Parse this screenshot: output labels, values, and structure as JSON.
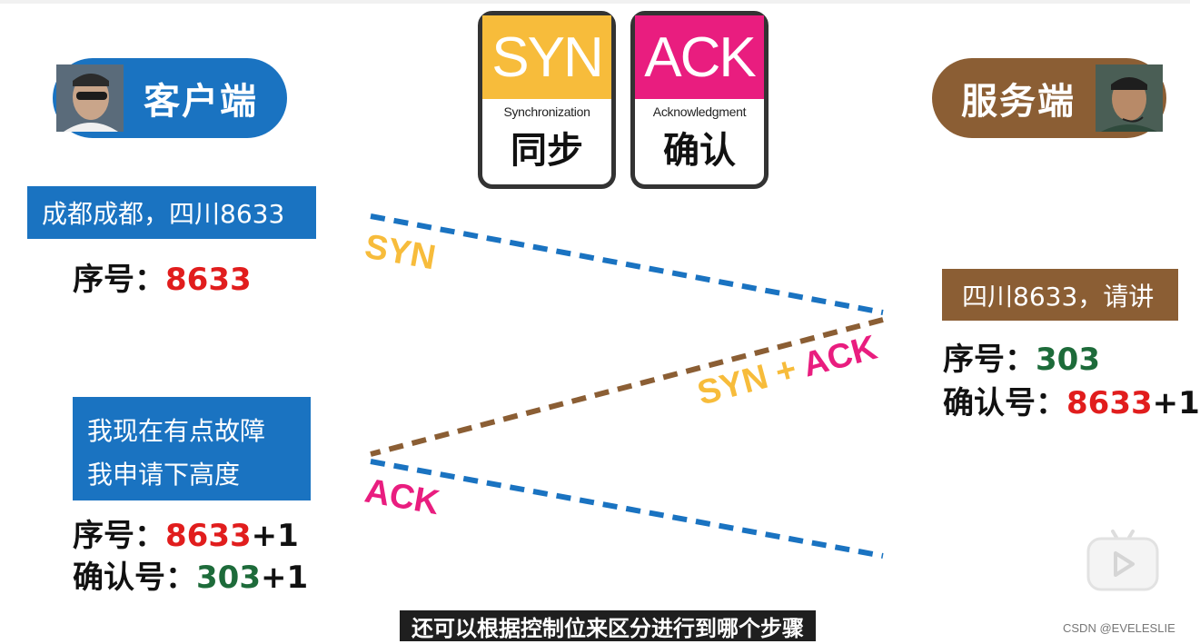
{
  "client": {
    "label": "客户端"
  },
  "server": {
    "label": "服务端"
  },
  "legend": [
    {
      "abbr": "SYN",
      "full": "Synchronization",
      "cn": "同步",
      "color": "#f7bc3b"
    },
    {
      "abbr": "ACK",
      "full": "Acknowledgment",
      "cn": "确认",
      "color": "#e91d7f"
    }
  ],
  "messages": {
    "client_1": "成都成都，四川8633",
    "server_1": "四川8633，请讲",
    "client_2_line1": "我现在有点故障",
    "client_2_line2": "我申请下高度"
  },
  "client_info_1": {
    "seq_label": "序号：",
    "seq_value": "8633"
  },
  "server_info": {
    "seq_label": "序号：",
    "seq_value": "303",
    "ack_label": "确认号：",
    "ack_value": "8633",
    "ack_suffix": "+1"
  },
  "client_info_2": {
    "seq_label": "序号：",
    "seq_value": "8633",
    "seq_suffix": "+1",
    "ack_label": "确认号：",
    "ack_value": "303",
    "ack_suffix": "+1"
  },
  "arrows": {
    "syn_label": "SYN",
    "synack_syn": "SYN",
    "synack_plus": " + ",
    "synack_ack": "ACK",
    "ack_label": "ACK"
  },
  "subtitle": "还可以根据控制位来区分进行到哪个步骤",
  "watermark": "CSDN @EVELESLIE",
  "colors": {
    "client_blue": "#1a73c1",
    "server_brown": "#8b5e34",
    "syn_yellow": "#f7bc3b",
    "ack_pink": "#e91d7f",
    "seq_red": "#e11d1d",
    "ack_green": "#1d6b3a"
  }
}
